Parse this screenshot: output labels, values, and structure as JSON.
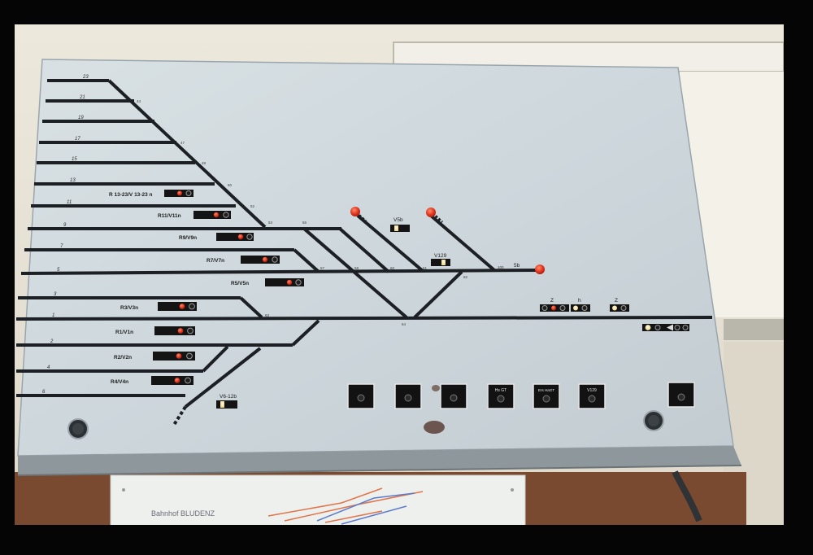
{
  "panel": {
    "track_numbers": [
      {
        "text": "23"
      },
      {
        "text": "21"
      },
      {
        "text": "19"
      },
      {
        "text": "17"
      },
      {
        "text": "15"
      },
      {
        "text": "13"
      },
      {
        "text": "11"
      },
      {
        "text": "9"
      },
      {
        "text": "7"
      },
      {
        "text": "5"
      },
      {
        "text": "3"
      },
      {
        "text": "1"
      },
      {
        "text": "2"
      },
      {
        "text": "4"
      },
      {
        "text": "6"
      }
    ],
    "route_labels": [
      {
        "text": "R 13-23/V 13-23 n"
      },
      {
        "text": "R11/V11n"
      },
      {
        "text": "R9/V9n"
      },
      {
        "text": "R7/V7n"
      },
      {
        "text": "R5/V5n"
      },
      {
        "text": "R3/V3n"
      },
      {
        "text": "R1/V1n"
      },
      {
        "text": "R2/V2n"
      },
      {
        "text": "R4/V4n"
      }
    ],
    "signal_labels": [
      {
        "text": "V5b"
      },
      {
        "text": "V129"
      },
      {
        "text": "V6-12b"
      },
      {
        "text": "5b"
      }
    ],
    "block_letters": [
      {
        "text": "Z"
      },
      {
        "text": "h"
      },
      {
        "text": "Z"
      }
    ],
    "switch_numbers": [
      {
        "text": "44"
      },
      {
        "text": "47"
      },
      {
        "text": "48"
      },
      {
        "text": "50"
      },
      {
        "text": "52"
      },
      {
        "text": "53"
      },
      {
        "text": "56"
      },
      {
        "text": "57"
      },
      {
        "text": "58"
      },
      {
        "text": "60"
      },
      {
        "text": "61"
      },
      {
        "text": "62"
      },
      {
        "text": "63"
      },
      {
        "text": "64"
      },
      {
        "text": "100"
      }
    ],
    "buttons": [
      {
        "label": ""
      },
      {
        "label": ""
      },
      {
        "label": ""
      },
      {
        "label": "Hs GT"
      },
      {
        "label": "Ers HaGT"
      },
      {
        "label": "V129"
      },
      {
        "label": ""
      }
    ]
  },
  "placard": {
    "title": "Bahnhof BLUDENZ"
  },
  "colors": {
    "panel": "#cdd7dc",
    "track": "#1c2024",
    "lamp_red": "#e0341e",
    "lamp_yellow": "#f6e39a",
    "wall": "#e8e4d8"
  }
}
